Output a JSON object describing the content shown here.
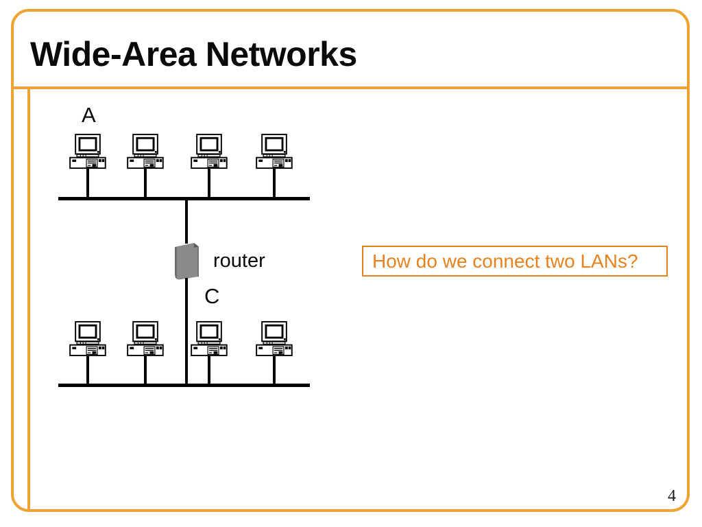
{
  "slide": {
    "title": "Wide-Area Networks",
    "page_number": "4"
  },
  "diagram": {
    "lan_a_label": "A",
    "lan_c_label": "C",
    "router_label": "router",
    "top_lan_computer_count": 4,
    "bottom_lan_computer_count": 4
  },
  "question_box": {
    "text": "How do we connect two LANs?"
  },
  "colors": {
    "slide_border_orange": "#F0A232",
    "question_orange": "#E8821E",
    "router_gray": "#8A8A8A",
    "diagram_line_black": "#000000"
  }
}
